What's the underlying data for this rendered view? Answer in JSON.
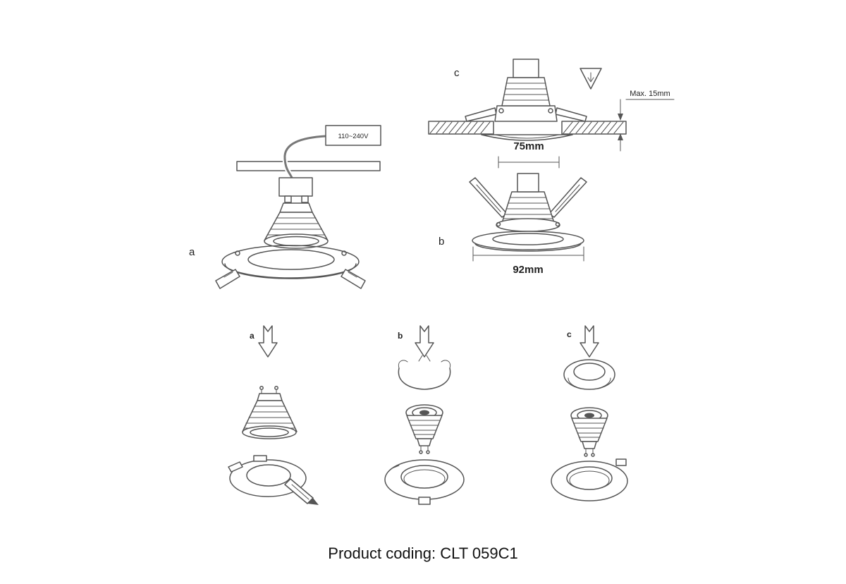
{
  "caption": "Product coding: CLT 059C1",
  "labels": {
    "diagram_a": "a",
    "diagram_b": "b",
    "diagram_c": "c",
    "step_a": "a",
    "step_b": "b",
    "step_c": "c"
  },
  "annotations": {
    "voltage": "110~240V",
    "max_depth": "Max. 15mm",
    "cutout_diameter": "75mm",
    "outer_diameter": "92mm"
  },
  "colors": {
    "line": "#555555",
    "background": "#ffffff",
    "text": "#1a1a1a"
  }
}
